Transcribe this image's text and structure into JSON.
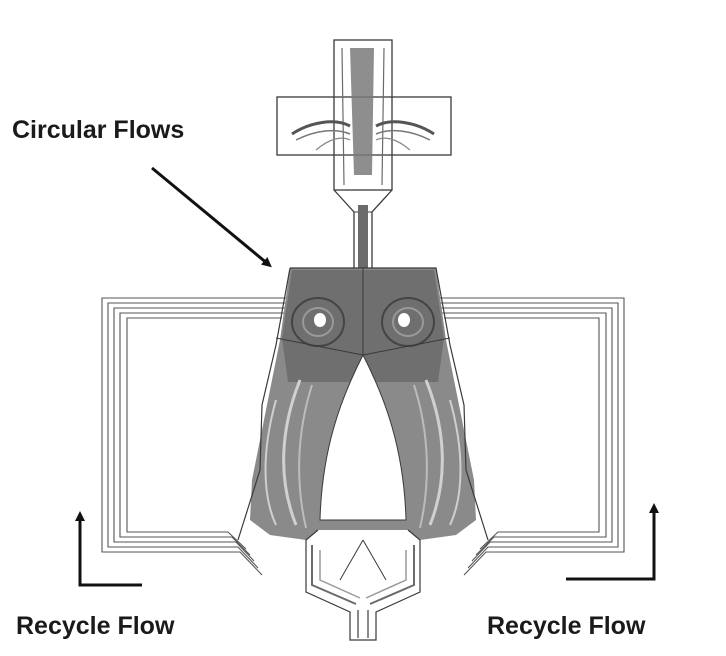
{
  "labels": {
    "circular_flows": "Circular Flows",
    "recycle_flow_left": "Recycle Flow",
    "recycle_flow_right": "Recycle Flow"
  },
  "colors": {
    "outline": "#3a3a3a",
    "streamline": "#6b6b6b",
    "dense_flow": "#7a7a7a",
    "arrow": "#111111",
    "text": "#1a1a1a"
  }
}
